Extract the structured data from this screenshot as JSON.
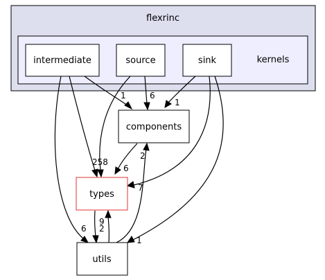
{
  "outer_cluster": {
    "label": "flexrinc",
    "fill": "#dddeee",
    "stroke": "#000000"
  },
  "inner_cluster": {
    "label": "kernels",
    "fill": "#eeeeff",
    "stroke": "#000000"
  },
  "nodes": {
    "intermediate": "intermediate",
    "source": "source",
    "sink": "sink",
    "components": "components",
    "types": "types",
    "utils": "utils"
  },
  "edges": {
    "intermediate_components": "1",
    "source_components": "6",
    "sink_components": "1",
    "types_total": "258",
    "components_types": "6",
    "sink_types": "7",
    "utils_components": "2",
    "intermediate_utils": "6",
    "sink_utils": "1",
    "types_utils": "9",
    "utils_types": "2"
  },
  "colors": {
    "alert_node_border": "#e03030"
  }
}
